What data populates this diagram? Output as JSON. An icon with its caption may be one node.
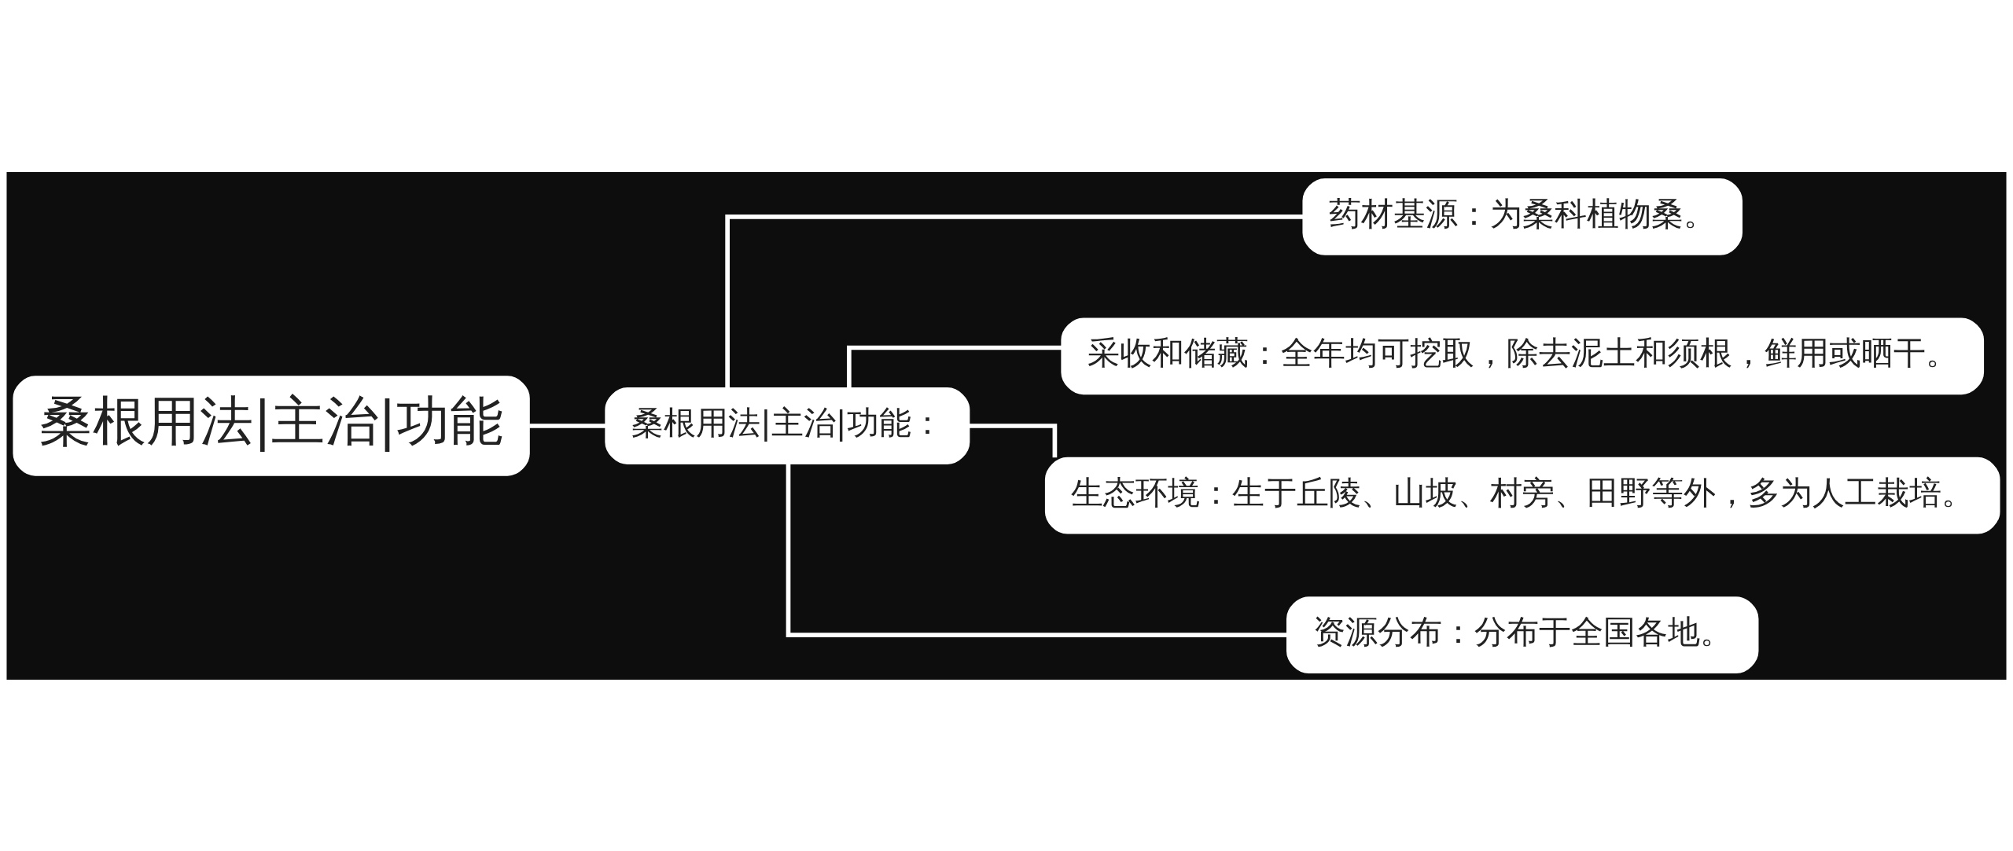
{
  "diagram": {
    "nodes": [
      {
        "text": [
          "桑根用法|主治|功能"
        ]
      },
      {
        "text": [
          "桑根用法|主治|功能："
        ]
      },
      {
        "text": [
          "药材基源：为桑科植物桑。"
        ]
      },
      {
        "text": [
          "采收和储藏：全年均可挖取，除去泥土和须根，鲜用或晒干。"
        ]
      },
      {
        "text": [
          "生态环境：生于丘陵、山坡、村旁、田野等外，多为人工栽培。"
        ]
      },
      {
        "text": [
          "资源分布：分布于全国各地。"
        ]
      }
    ],
    "edges": [
      {
        "from": 0,
        "to": 1,
        "arrow": "none"
      },
      {
        "from": 1,
        "to": 2,
        "arrow": "none"
      },
      {
        "from": 1,
        "to": 3,
        "arrow": "none"
      },
      {
        "from": 1,
        "to": 4,
        "arrow": "none"
      },
      {
        "from": 1,
        "to": 5,
        "arrow": "none"
      }
    ]
  }
}
